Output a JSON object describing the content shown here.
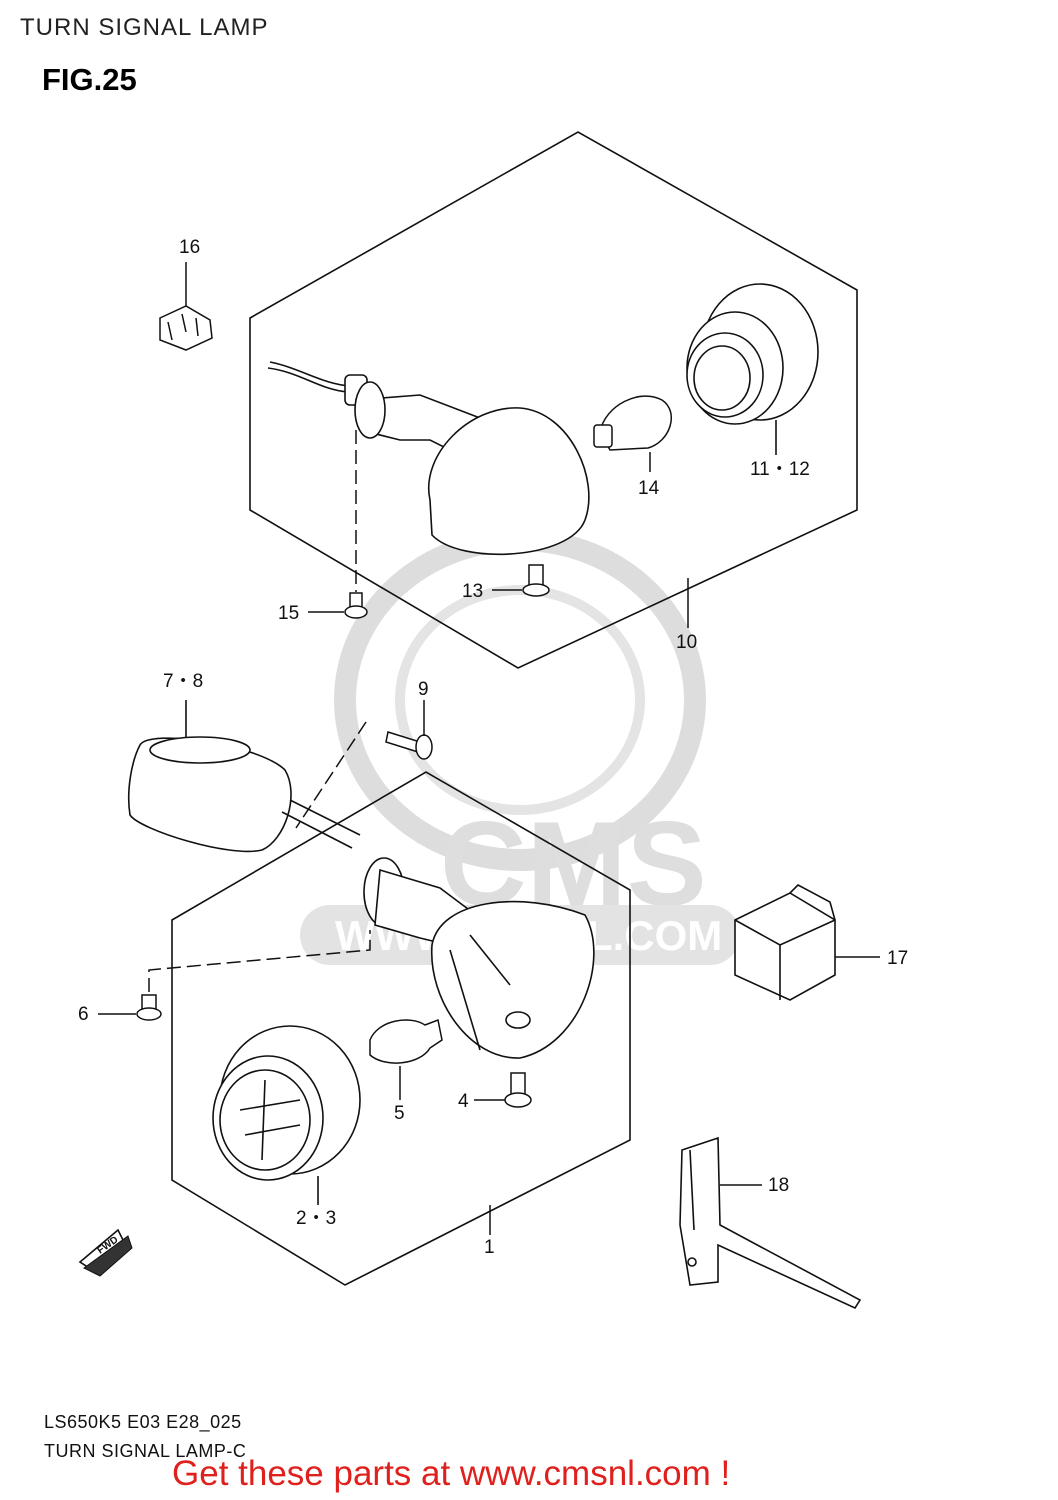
{
  "header": {
    "title": "TURN SIGNAL LAMP",
    "figure": "FIG.25"
  },
  "callouts": {
    "c1": "1",
    "c2_3": "2・3",
    "c4": "4",
    "c5": "5",
    "c6": "6",
    "c7_8": "7・8",
    "c9": "9",
    "c10": "10",
    "c11_12": "11・12",
    "c13": "13",
    "c14": "14",
    "c15": "15",
    "c16": "16",
    "c17": "17",
    "c18": "18"
  },
  "fwd_marker": "FWD",
  "watermark": {
    "brand": "CMS",
    "url": "WWW.CMSNL.COM"
  },
  "footer": {
    "code": "LS650K5 E03 E28_025",
    "name": "TURN SIGNAL LAMP-C",
    "cta": "Get these parts at www.cmsnl.com !"
  },
  "colors": {
    "line": "#111111",
    "watermark": "#d9d9d9",
    "cta": "#e0201c"
  }
}
